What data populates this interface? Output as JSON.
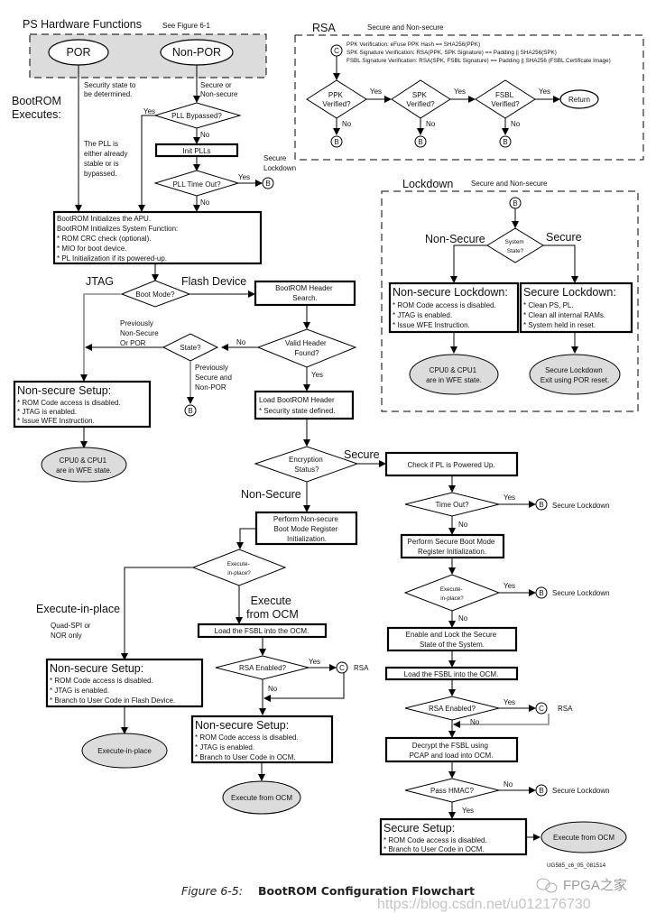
{
  "regions": {
    "ps_hw": {
      "title": "PS Hardware Functions",
      "note": "See Figure 6-1"
    },
    "rsa": {
      "title": "RSA",
      "subtitle": "Secure and Non-secure",
      "lines": [
        "PPK Verification: eFuse PPK Hash == SHA256(PPK)",
        "SPK Signature Verification: RSA(PPK, SPK Signature) == Padding || SHA256(SPK)",
        "FSBL Signature Verification: RSA(SPK, FSBL Signature) == Padding || SHA256 (FSBL Certificate Image)"
      ]
    },
    "lockdown": {
      "title": "Lockdown",
      "subtitle": "Secure and Non-secure"
    }
  },
  "labels": {
    "bootrom_executes": [
      "BootROM",
      "Executes:"
    ],
    "security_state": [
      "Security state to",
      "be determined."
    ],
    "secure_or_nonsecure": [
      "Secure or",
      "Non-secure"
    ],
    "pll_note": [
      "The PLL is",
      "either already",
      "stable or is",
      "bypassed."
    ],
    "secure_lockdown_2l": [
      "Secure",
      "Lockdown"
    ],
    "jtag": "JTAG",
    "flash_device": "Flash Device",
    "prev_nonsecure": [
      "Previously",
      "Non-Secure",
      "Or POR"
    ],
    "prev_secure": [
      "Previously",
      "Secure and",
      "Non-POR"
    ],
    "secure": "Secure",
    "non_secure": "Non-Secure",
    "execute_in_place": "Execute-in-place",
    "qspi_nor": [
      "Quad-SPI or",
      "NOR only"
    ],
    "execute_from_ocm": [
      "Execute",
      "from OCM"
    ],
    "rsa": "RSA",
    "secure_lockdown": "Secure Lockdown",
    "yes": "Yes",
    "no": "No"
  },
  "terminals": {
    "por": "POR",
    "non_por": "Non-POR",
    "return": "Return",
    "wfe_left": [
      "CPU0 & CPU1",
      "are in WFE state."
    ],
    "wfe_lock": [
      "CPU0 & CPU1",
      "are in WFE state."
    ],
    "secure_lock_exit": [
      "Secure Lockdown",
      "Exit using POR reset."
    ],
    "xip": "Execute-in-place",
    "ocm_ns": "Execute from OCM",
    "ocm_s": "Execute from OCM"
  },
  "connectors": {
    "b": "B",
    "c": "C"
  },
  "decisions": {
    "pll_bypassed": [
      "PLL Bypassed?"
    ],
    "pll_timeout": [
      "PLL Time Out?"
    ],
    "boot_mode": [
      "Boot Mode?"
    ],
    "valid_header": [
      "Valid Header",
      "Found?"
    ],
    "state": [
      "State?"
    ],
    "encryption": [
      "Encryption",
      "Status?"
    ],
    "xip_ns": [
      "Execute-",
      "in-place?"
    ],
    "rsa_ns": [
      "RSA Enabled?"
    ],
    "timeout_s": [
      "Time Out?"
    ],
    "xip_s": [
      "Execute-",
      "in-place?"
    ],
    "rsa_s": [
      "RSA Enabled?"
    ],
    "hmac": [
      "Pass HMAC?"
    ],
    "ppk": [
      "PPK",
      "Verified?"
    ],
    "spk": [
      "SPK",
      "Verified?"
    ],
    "fsbl": [
      "FSBL",
      "Verified?"
    ],
    "system_state": [
      "System",
      "State?"
    ]
  },
  "processes": {
    "init_plls": [
      "Init PLLs"
    ],
    "apu_init": [
      "BootROM Initializes the APU.",
      "BootROM Initializes System Function:",
      " * ROM CRC check (optional).",
      " * MIO for boot device.",
      " * PL Initialization if its powered-up."
    ],
    "header_search": [
      "BootROM Header",
      "Search."
    ],
    "load_header": [
      "Load BootROM Header",
      " * Security state defined."
    ],
    "ns_boot_init": [
      "Perform Non-secure",
      "Boot Mode Register",
      "Initialization."
    ],
    "load_fsbl_ns": [
      "Load the FSBL into the OCM."
    ],
    "check_pl": [
      "Check if PL is Powered Up."
    ],
    "s_boot_init": [
      "Perform Secure Boot Mode",
      "Register Initialization."
    ],
    "enable_lock": [
      "Enable and Lock the Secure",
      "State of the System."
    ],
    "load_fsbl_s": [
      "Load the FSBL into the OCM."
    ],
    "decrypt": [
      "Decrypt the FSBL using",
      "PCAP and load into OCM."
    ]
  },
  "setups": {
    "ns_jtag": {
      "title": "Non-secure Setup:",
      "items": [
        "* ROM Code access is disabled.",
        "* JTAG is enabled.",
        "* Issue WFE Instruction."
      ]
    },
    "ns_lock": {
      "title": "Non-secure Lockdown:",
      "items": [
        "* ROM Code access is disabled.",
        "* JTAG is enabled.",
        "* Issue WFE Instruction."
      ]
    },
    "s_lock": {
      "title": "Secure Lockdown:",
      "items": [
        "* Clean PS, PL.",
        "* Clean all internal RAMs.",
        "* System held in reset."
      ]
    },
    "ns_xip": {
      "title": "Non-secure Setup:",
      "items": [
        "* ROM Code access is disabled.",
        "* JTAG is enabled.",
        "* Branch to User Code in Flash Device."
      ]
    },
    "ns_ocm": {
      "title": "Non-secure Setup:",
      "items": [
        "* ROM Code access is disabled.",
        "* JTAG is enabled.",
        "* Branch to User Code in OCM."
      ]
    },
    "s_ocm": {
      "title": "Secure Setup:",
      "items": [
        "* ROM Code access is disabled.",
        "* Branch to User Code in OCM."
      ]
    }
  },
  "figure": {
    "id": "UG585_c6_05_081514",
    "number": "Figure 6-5:",
    "title": "BootROM Configuration Flowchart"
  },
  "watermark": {
    "brand": "FPGA之家",
    "url": "https://blog.csdn.net/u012176730"
  }
}
